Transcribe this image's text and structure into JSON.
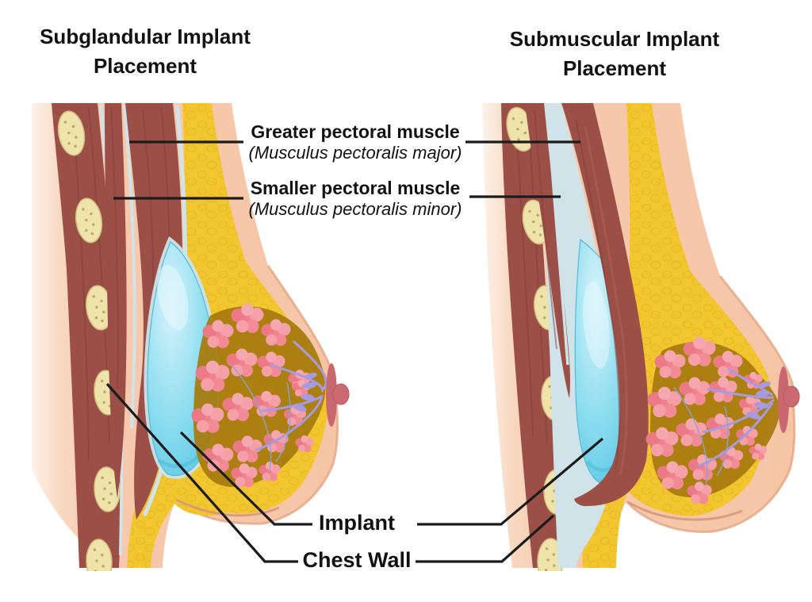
{
  "titles": {
    "left": "Subglandular Implant Placement",
    "right": "Submuscular Implant Placement"
  },
  "annotations": {
    "greater_muscle": {
      "label": "Greater pectoral muscle",
      "latin": "(Musculus pectoralis major)"
    },
    "smaller_muscle": {
      "label": "Smaller pectoral muscle",
      "latin": "(Musculus pectoralis minor)"
    },
    "implant": {
      "label": "Implant"
    },
    "chest_wall": {
      "label": "Chest Wall"
    }
  },
  "colors": {
    "background": "#ffffff",
    "skin": "#f6c9ac",
    "skin_edge": "#e4a685",
    "muscle": "#9b4f47",
    "muscle_shadow": "#84403a",
    "rib": "#eee3ab",
    "fat": "#f2c62e",
    "fascia": "#cfe3e8",
    "implant": "#7ad4ea",
    "gland": "#f2838e",
    "gland_base": "#a67c10",
    "duct": "#a89ae0",
    "nipple": "#c8686e",
    "leader_line": "#1c1c1c",
    "text": "#121212"
  }
}
